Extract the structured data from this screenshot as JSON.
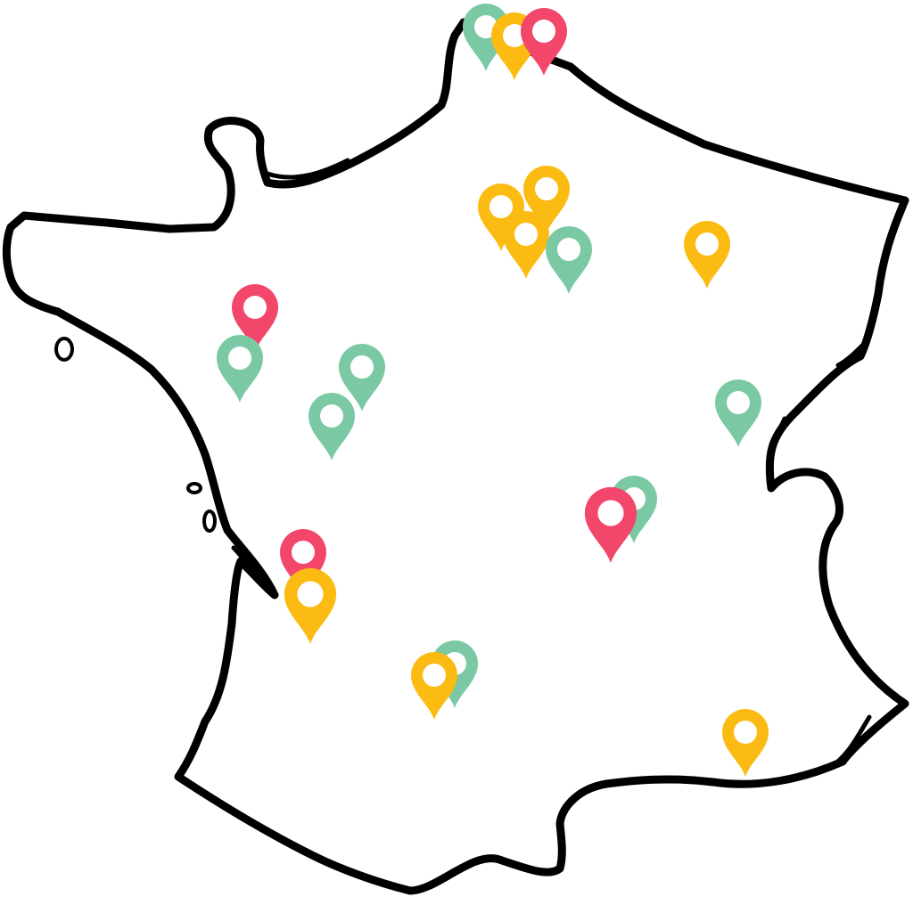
{
  "map": {
    "region": "France",
    "outline_color": "#000000",
    "background_color": "#ffffff"
  },
  "marker_colors": {
    "green": "#7ac9a4",
    "yellow": "#fbbb12",
    "pink": "#f2466b"
  },
  "markers": [
    {
      "color": "green"
    },
    {
      "color": "yellow"
    },
    {
      "color": "pink"
    },
    {
      "color": "yellow"
    },
    {
      "color": "yellow"
    },
    {
      "color": "yellow"
    },
    {
      "color": "green"
    },
    {
      "color": "yellow"
    },
    {
      "color": "pink"
    },
    {
      "color": "green"
    },
    {
      "color": "green"
    },
    {
      "color": "green"
    },
    {
      "color": "green"
    },
    {
      "color": "green"
    },
    {
      "color": "pink"
    },
    {
      "color": "pink"
    },
    {
      "color": "yellow"
    },
    {
      "color": "green"
    },
    {
      "color": "yellow"
    },
    {
      "color": "yellow"
    }
  ]
}
